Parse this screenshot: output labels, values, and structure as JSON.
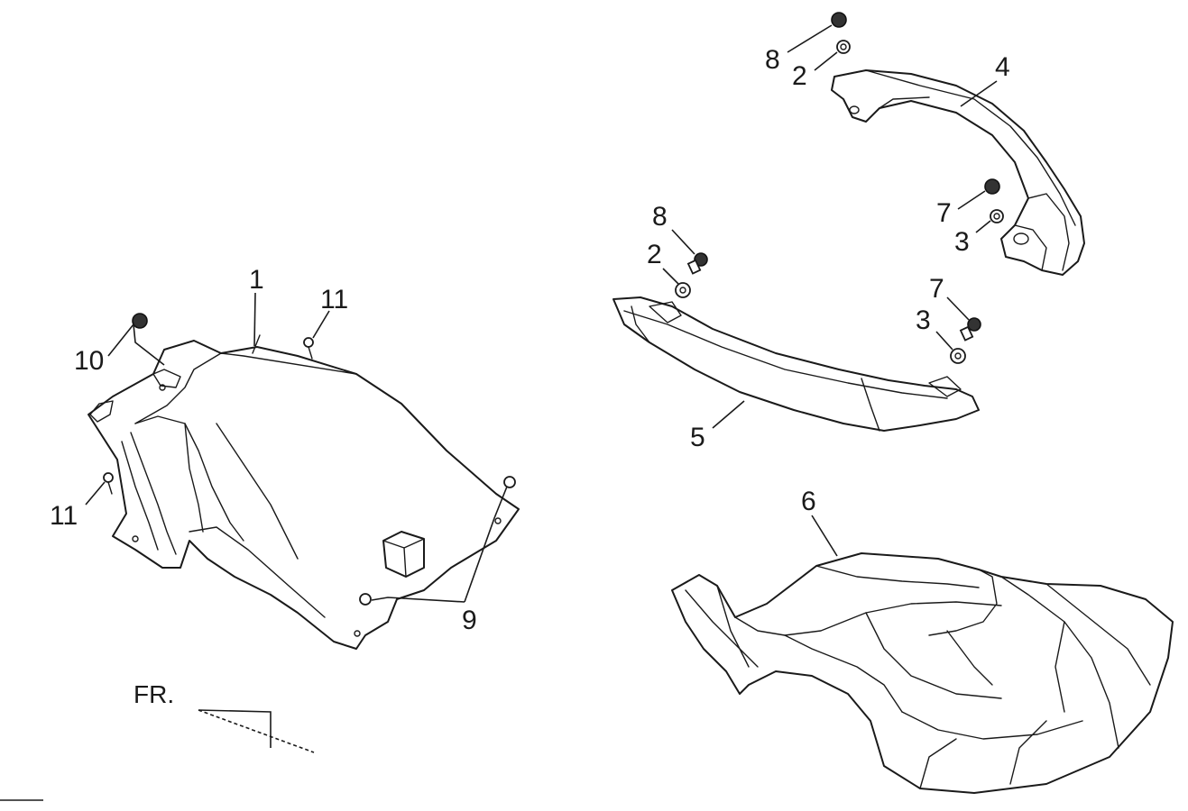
{
  "callouts": {
    "c1": "1",
    "c2a": "2",
    "c2b": "2",
    "c3a": "3",
    "c3b": "3",
    "c4": "4",
    "c5": "5",
    "c6": "6",
    "c7a": "7",
    "c7b": "7",
    "c8a": "8",
    "c8b": "8",
    "c9": "9",
    "c10": "10",
    "c11a": "11",
    "c11b": "11"
  },
  "direction_label": "FR.",
  "colors": {
    "line": "#1a1a1a",
    "background": "#ffffff"
  }
}
